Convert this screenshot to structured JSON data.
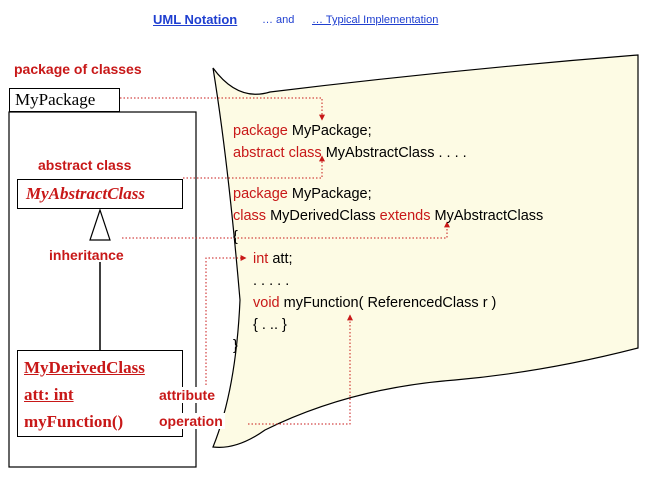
{
  "header": {
    "title": "UML Notation",
    "connector": "… and",
    "subtitle": "… Typical Implementation"
  },
  "uml": {
    "package_caption": "package of classes",
    "package_name": "MyPackage",
    "abstract_caption": "abstract class",
    "abstract_class_name": "MyAbstractClass",
    "inheritance_caption": "inheritance",
    "derived_class_name": "MyDerivedClass",
    "attribute": "att: int",
    "attribute_caption": "attribute",
    "operation": "myFunction()",
    "operation_caption": "operation"
  },
  "code": {
    "line1_kw": "package",
    "line1_name": "MyPackage;",
    "line2_kw": "abstract class",
    "line2_name": "MyAbstractClass . . . .",
    "line3_kw": "package",
    "line3_name": "MyPackage;",
    "line4_kw": "class",
    "line4_name": "MyDerivedClass",
    "line4_kw2": "extends",
    "line4_name2": "MyAbstractClass",
    "open_brace": "{",
    "att_kw": "int",
    "att_name": "att;",
    "ellipsis": ". . . . .",
    "func_kw": "void",
    "func_sig": "myFunction( ReferencedClass r )",
    "func_body": "{ . .. }",
    "close_brace": "}"
  },
  "colors": {
    "title_blue": "#1f3fd0",
    "keyword_red": "#c81818",
    "paper_yellow": "#fdfbe4"
  }
}
